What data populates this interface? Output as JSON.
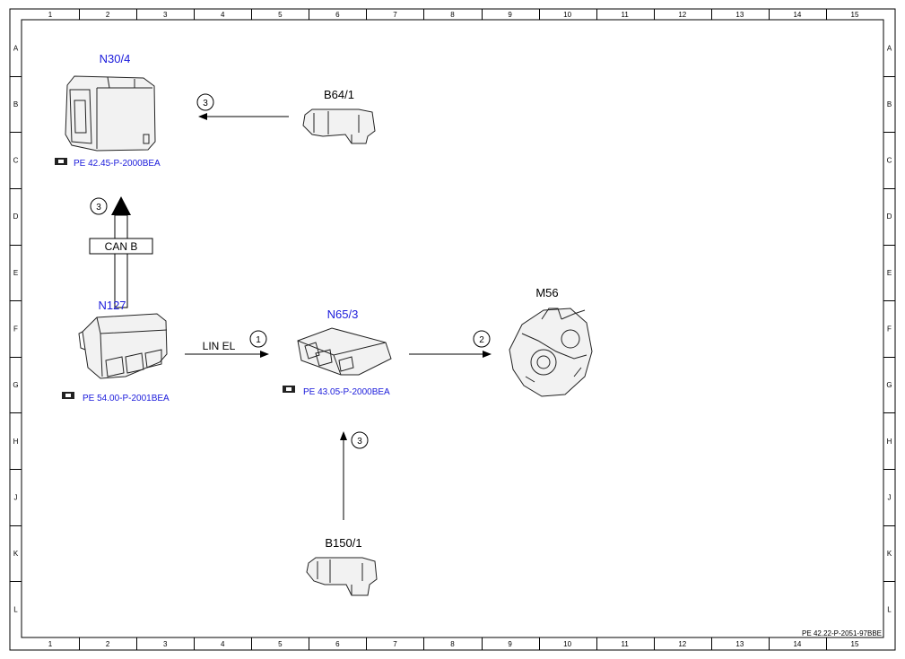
{
  "grid": {
    "columns": [
      "1",
      "2",
      "3",
      "4",
      "5",
      "6",
      "7",
      "8",
      "9",
      "10",
      "11",
      "12",
      "13",
      "14",
      "15"
    ],
    "rows": [
      "A",
      "B",
      "C",
      "D",
      "E",
      "F",
      "G",
      "H",
      "J",
      "K",
      "L"
    ]
  },
  "components": {
    "n30_4": {
      "label": "N30/4",
      "ref": "PE 42.45-P-2000BEA"
    },
    "b64_1": {
      "label": "B64/1"
    },
    "n127": {
      "label": "N127",
      "ref": "PE 54.00-P-2001BEA"
    },
    "n65_3": {
      "label": "N65/3",
      "ref": "PE 43.05-P-2000BEA"
    },
    "m56": {
      "label": "M56"
    },
    "b150_1": {
      "label": "B150/1"
    }
  },
  "signals": {
    "can_b": "CAN B",
    "lin_el": "LIN EL"
  },
  "markers": {
    "m1": "1",
    "m2": "2",
    "m3_top": "3",
    "m3_can": "3",
    "m3_bottom": "3"
  },
  "ref_icon": "pointing-hand-icon",
  "doc_id": "PE 42.22-P-2051-97BBE",
  "colors": {
    "component_label": "#1a1adb",
    "reference": "#1a1adb",
    "line": "#000000"
  }
}
